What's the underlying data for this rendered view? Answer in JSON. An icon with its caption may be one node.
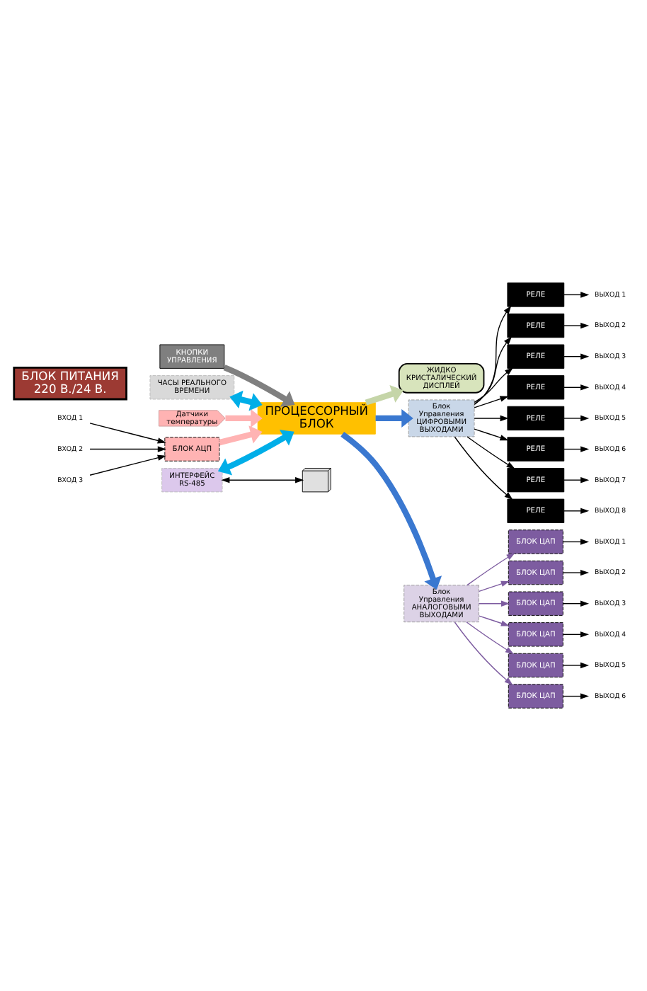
{
  "diagram": {
    "nodes": [
      {
        "text": [
          "ЖИДКО КРИСТАЛИЧЕСКИЙ ДИСПЛЕЙ"
        ]
      },
      {
        "text": [
          "КНОПКИ УПРАВЛЕНИЯ"
        ]
      },
      {
        "text": [
          "ЧАСЫ РЕАЛЬНОГО ВРЕМЕНИ"
        ]
      },
      {
        "text": [
          "ИНТЕРФЕЙС RS-485"
        ]
      },
      {
        "text": [],
        "shape": "picture"
      },
      {
        "text": [
          "ПРОЦЕССОРНЫЙ БЛОК"
        ]
      },
      {
        "text": [
          "Датчики температуры"
        ]
      },
      {
        "text": [
          "БЛОК АЦП"
        ]
      },
      {
        "text": [
          "ВХОД 1"
        ]
      },
      {
        "text": [
          "ВХОД 2"
        ]
      },
      {
        "text": [
          "ВХОД 3"
        ]
      },
      {
        "text": [
          "Блок Управления ЦИФРОВЫМИ ВЫХОДАМИ"
        ]
      },
      {
        "text": [
          "Блок Управления АНАЛОГОВЫМИ ВЫХОДАМИ"
        ]
      },
      {
        "text": [
          "БЛОК ЦАП"
        ]
      },
      {
        "text": [
          "БЛОК ЦАП"
        ]
      },
      {
        "text": [
          "БЛОК ЦАП"
        ]
      },
      {
        "text": [
          "БЛОК ЦАП"
        ]
      },
      {
        "text": [
          "БЛОК ЦАП"
        ]
      },
      {
        "text": [
          "БЛОК ЦАП"
        ]
      },
      {
        "text": [
          "ВЫХОД 1"
        ]
      },
      {
        "text": [
          "ВЫХОД 2"
        ]
      },
      {
        "text": [
          "ВЫХОД 3"
        ]
      },
      {
        "text": [
          "ВЫХОД 4"
        ]
      },
      {
        "text": [
          "ВЫХОД 5"
        ]
      },
      {
        "text": [
          "ВЫХОД 6"
        ]
      },
      {
        "text": [
          "БЛОК ПИТАНИЯ 220 В./24 В."
        ]
      },
      {
        "text": [
          "РЕЛЕ"
        ]
      },
      {
        "text": [
          "РЕЛЕ"
        ]
      },
      {
        "text": [
          "РЕЛЕ"
        ]
      },
      {
        "text": [
          "РЕЛЕ"
        ]
      },
      {
        "text": [
          "РЕЛЕ"
        ]
      },
      {
        "text": [
          "РЕЛЕ"
        ]
      },
      {
        "text": [
          "РЕЛЕ"
        ]
      },
      {
        "text": [
          "РЕЛЕ"
        ]
      },
      {
        "text": [
          "ВЫХОД 1"
        ]
      },
      {
        "text": [
          "ВЫХОД 2"
        ]
      },
      {
        "text": [
          "ВЫХОД 3"
        ]
      },
      {
        "text": [
          "ВЫХОД 4"
        ]
      },
      {
        "text": [
          "ВЫХОД 5"
        ]
      },
      {
        "text": [
          "ВЫХОД 6"
        ]
      },
      {
        "text": [
          "ВЫХОД 7"
        ]
      },
      {
        "text": [
          "ВЫХОД 8"
        ]
      }
    ],
    "edges": [
      {
        "from": 5,
        "to": 0,
        "arrow": "to",
        "style": "thick",
        "color": "#c5d5a8"
      },
      {
        "from": 1,
        "to": 5,
        "arrow": "to",
        "style": "thick",
        "color": "#808080"
      },
      {
        "from": 2,
        "to": 5,
        "arrow": "both",
        "style": "thick",
        "color": "#00aee8"
      },
      {
        "from": 3,
        "to": 5,
        "arrow": "both",
        "style": "thick",
        "color": "#00aee8"
      },
      {
        "from": 3,
        "to": 4,
        "arrow": "both"
      },
      {
        "from": 6,
        "to": 5,
        "arrow": "to",
        "style": "thick",
        "color": "#ffb3b3"
      },
      {
        "from": 7,
        "to": 5,
        "arrow": "to",
        "style": "thick",
        "color": "#ffb3b3"
      },
      {
        "from": 8,
        "to": 7,
        "arrow": "to"
      },
      {
        "from": 9,
        "to": 7,
        "arrow": "to"
      },
      {
        "from": 10,
        "to": 7,
        "arrow": "to"
      },
      {
        "from": 5,
        "to": 12,
        "arrow": "to",
        "style": "thick",
        "color": "#3a78d0"
      },
      {
        "from": 5,
        "to": 11,
        "arrow": "to",
        "style": "thick",
        "color": "#3a78d0"
      },
      {
        "from": 12,
        "to": 13,
        "arrow": "to",
        "color": "#7d5ca0"
      },
      {
        "from": 12,
        "to": 14,
        "arrow": "to",
        "color": "#7d5ca0"
      },
      {
        "from": 12,
        "to": 15,
        "arrow": "to",
        "color": "#7d5ca0"
      },
      {
        "from": 12,
        "to": 16,
        "arrow": "to",
        "color": "#7d5ca0"
      },
      {
        "from": 12,
        "to": 17,
        "arrow": "to",
        "color": "#7d5ca0"
      },
      {
        "from": 12,
        "to": 18,
        "arrow": "to",
        "color": "#7d5ca0"
      },
      {
        "from": 13,
        "to": 19,
        "arrow": "to"
      },
      {
        "from": 14,
        "to": 20,
        "arrow": "to"
      },
      {
        "from": 15,
        "to": 21,
        "arrow": "to"
      },
      {
        "from": 16,
        "to": 22,
        "arrow": "to"
      },
      {
        "from": 17,
        "to": 23,
        "arrow": "to"
      },
      {
        "from": 18,
        "to": 24,
        "arrow": "to"
      },
      {
        "from": 11,
        "to": 26,
        "arrow": "to"
      },
      {
        "from": 11,
        "to": 27,
        "arrow": "to"
      },
      {
        "from": 11,
        "to": 28,
        "arrow": "to"
      },
      {
        "from": 11,
        "to": 29,
        "arrow": "to"
      },
      {
        "from": 11,
        "to": 30,
        "arrow": "to"
      },
      {
        "from": 11,
        "to": 31,
        "arrow": "to"
      },
      {
        "from": 11,
        "to": 32,
        "arrow": "to"
      },
      {
        "from": 11,
        "to": 33,
        "arrow": "to"
      },
      {
        "from": 26,
        "to": 34,
        "arrow": "to"
      },
      {
        "from": 27,
        "to": 35,
        "arrow": "to"
      },
      {
        "from": 28,
        "to": 36,
        "arrow": "to"
      },
      {
        "from": 29,
        "to": 37,
        "arrow": "to"
      },
      {
        "from": 30,
        "to": 38,
        "arrow": "to"
      },
      {
        "from": 31,
        "to": 39,
        "arrow": "to"
      },
      {
        "from": 32,
        "to": 40,
        "arrow": "to"
      },
      {
        "from": 33,
        "to": 41,
        "arrow": "to"
      }
    ]
  }
}
